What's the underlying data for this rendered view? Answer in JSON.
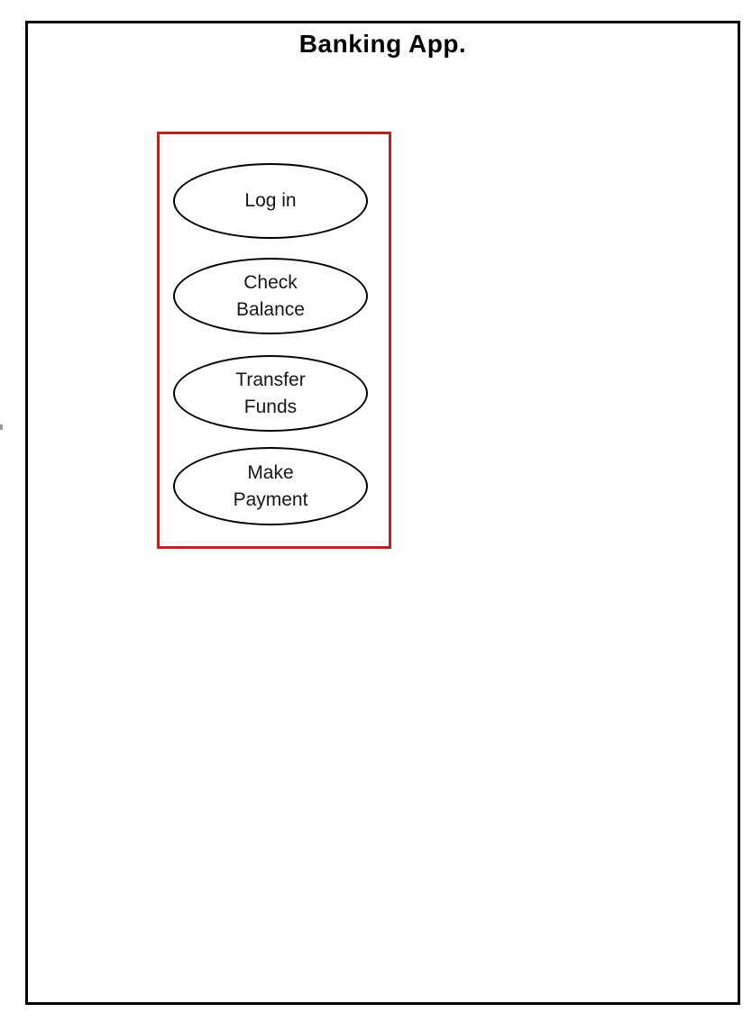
{
  "diagram": {
    "type": "use-case-diagram",
    "title": "Banking App.",
    "use_cases": [
      {
        "label": "Log in",
        "line1": "Log in",
        "line2": ""
      },
      {
        "label": "Check Balance",
        "line1": "Check",
        "line2": "Balance"
      },
      {
        "label": "Transfer Funds",
        "line1": "Transfer",
        "line2": "Funds"
      },
      {
        "label": "Make Payment",
        "line1": "Make",
        "line2": "Payment"
      }
    ],
    "colors": {
      "background": "#ffffff",
      "system_boundary_border": "#000000",
      "subsystem_border": "#b22820",
      "use_case_border": "#000000",
      "use_case_fill": "#ffffff",
      "text": "#161616"
    }
  }
}
